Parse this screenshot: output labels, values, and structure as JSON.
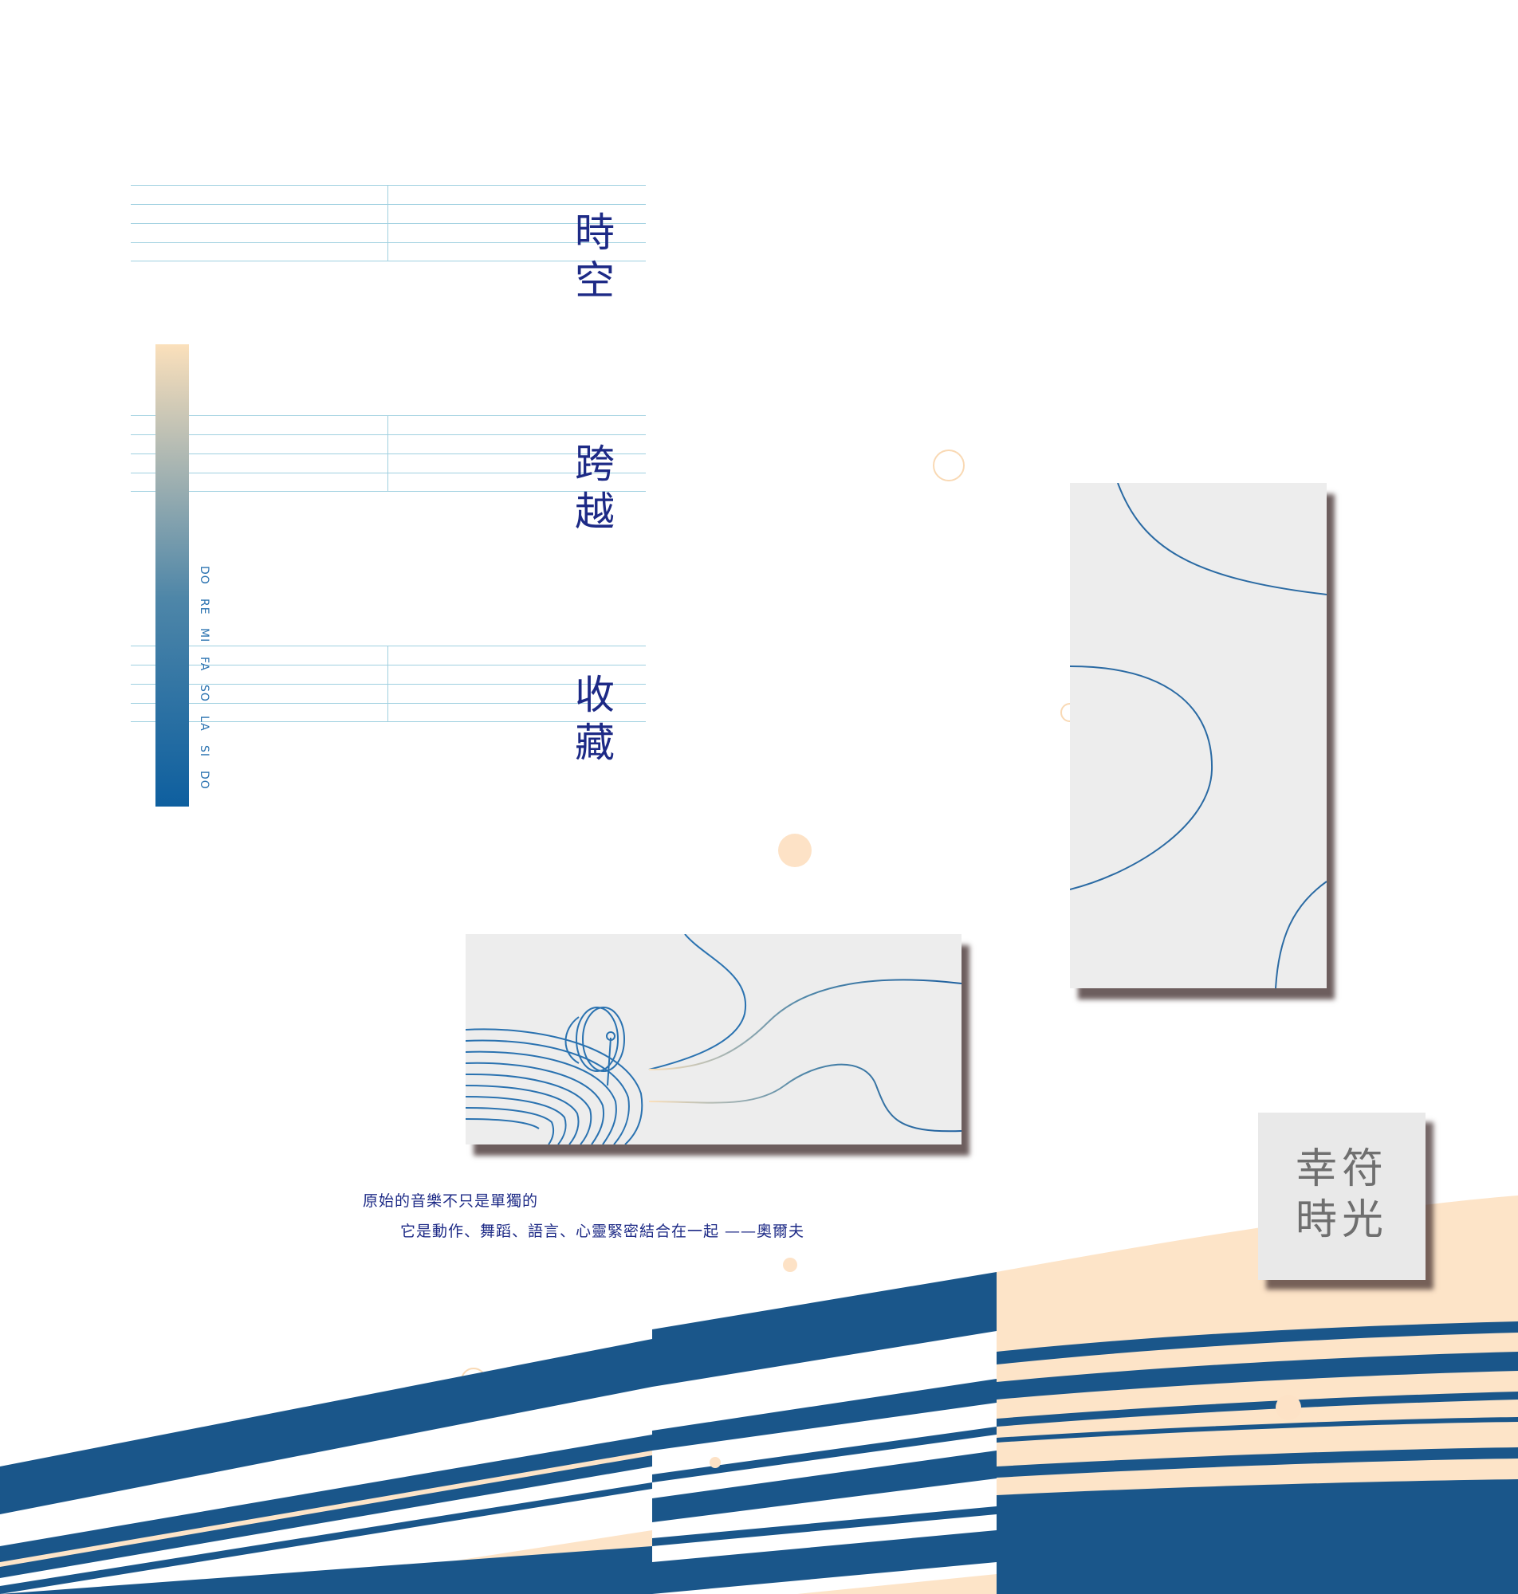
{
  "headline": {
    "line1": [
      "時",
      "空"
    ],
    "line2": [
      "跨",
      "越"
    ],
    "line3": [
      "收",
      "藏"
    ]
  },
  "solfege": [
    "DO",
    "RE",
    "MI",
    "FA",
    "SO",
    "LA",
    "SI",
    "DO"
  ],
  "quote": {
    "line1": "原始的音樂不只是單獨的",
    "line2": "它是動作、舞蹈、語言、心靈緊密結合在一起 ——奧爾夫"
  },
  "badge": {
    "line1": "幸符",
    "line2": "時光"
  },
  "colors": {
    "navy": "#1a568a",
    "peach": "#fde4c8",
    "title_blue": "#1d2a86",
    "card_gray": "#ededed"
  }
}
